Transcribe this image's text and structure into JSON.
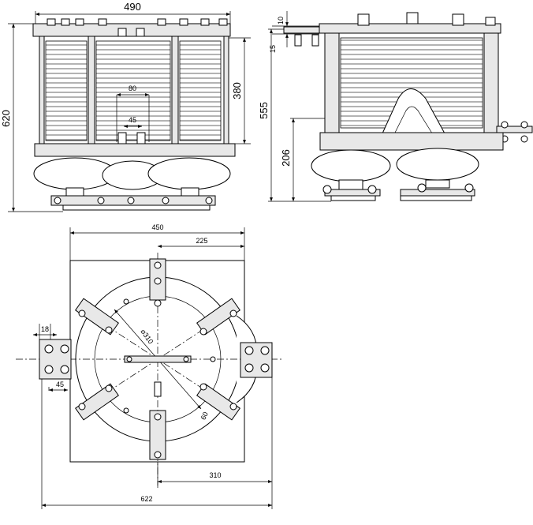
{
  "drawing": {
    "front_view": {
      "width_label": "490",
      "height_label": "620",
      "core_height_label": "380",
      "terminal_spacing_label": "80",
      "terminal_pitch_label": "45"
    },
    "side_view": {
      "top_offset_label": "10",
      "bracket_label": "15",
      "overall_height_label": "555",
      "lower_height_label": "206"
    },
    "plan_view": {
      "base_width_label": "450",
      "half_width_label": "225",
      "diameter_label": "⌀310",
      "offset_label": "310",
      "overall_length_label": "622",
      "terminal_width_label": "18",
      "terminal_pitch_label": "45",
      "hole_label": "60"
    }
  }
}
